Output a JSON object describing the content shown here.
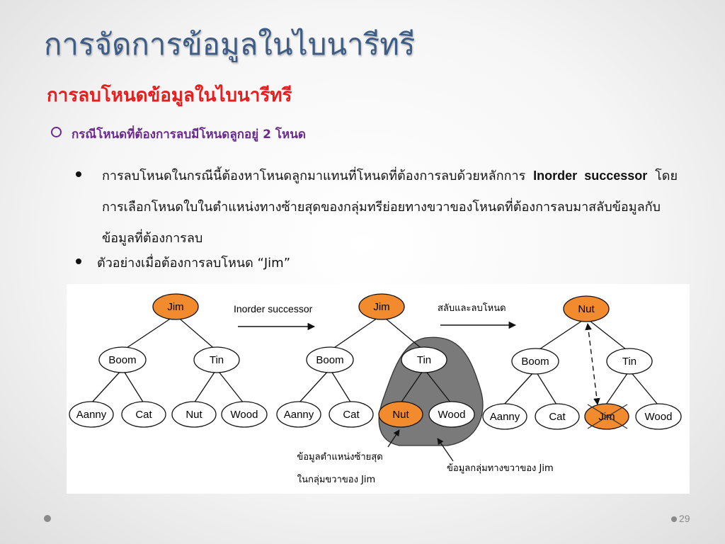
{
  "slide": {
    "title": "การจัดการข้อมูลในไบนารีทรี",
    "subtitle": "การลบโหนดข้อมูลในไบนารีทรี",
    "case_heading": "กรณีโหนดที่ต้องการลบมีโหนดลูกอยู่ 2 โหนด",
    "paragraph": {
      "part1": "การลบโหนดในกรณีนี้ต้องหาโหนดลูกมาแทนที่โหนดที่ต้องการลบด้วยหลักการ ",
      "keyword": "Inorder successor",
      "part2": " โดยการเลือกโหนดใบในตำแหน่งทางซ้ายสุดของกลุ่มทรีย่อยทางขวาของโหนดที่ต้องการลบมาสลับข้อมูลกับข้อมูลที่ต้องการลบ"
    },
    "example": "ตัวอย่างเมื่อต้องการลบโหนด “Jim”",
    "page_number": "29"
  },
  "diagram": {
    "arrow1_label": "Inorder successor",
    "arrow2_label": "สลับและลบโหนด",
    "caption_left_line1": "ข้อมูลตำแหน่งซ้ายสุด",
    "caption_left_line2": "ในกลุ่มขวาของ Jim",
    "caption_right": "ข้อมูลกลุ่มทางขวาของ Jim",
    "tree1": {
      "root": "Jim",
      "left": "Boom",
      "right": "Tin",
      "ll": "Aanny",
      "lr": "Cat",
      "rl": "Nut",
      "rr": "Wood"
    },
    "tree2": {
      "root": "Jim",
      "left": "Boom",
      "right": "Tin",
      "ll": "Aanny",
      "lr": "Cat",
      "rl": "Nut",
      "rr": "Wood"
    },
    "tree3": {
      "root": "Nut",
      "left": "Boom",
      "right": "Tin",
      "ll": "Aanny",
      "lr": "Cat",
      "rl": "Jim",
      "rr": "Wood"
    },
    "colors": {
      "highlight": "#f28a2e",
      "node_fill": "#ffffff",
      "subtree_shade": "#7a7a7a"
    }
  }
}
